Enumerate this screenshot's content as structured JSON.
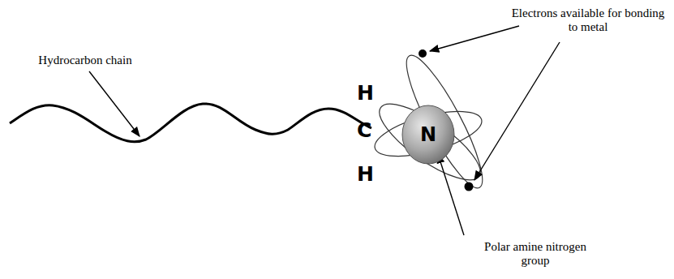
{
  "diagram": {
    "nodes": [
      {
        "text": [
          "N"
        ]
      }
    ],
    "labels": [
      "Hydrocarbon chain",
      "Electrons available for bonding to metal",
      "H",
      "C",
      "H",
      "Polar amine nitrogen group"
    ]
  }
}
